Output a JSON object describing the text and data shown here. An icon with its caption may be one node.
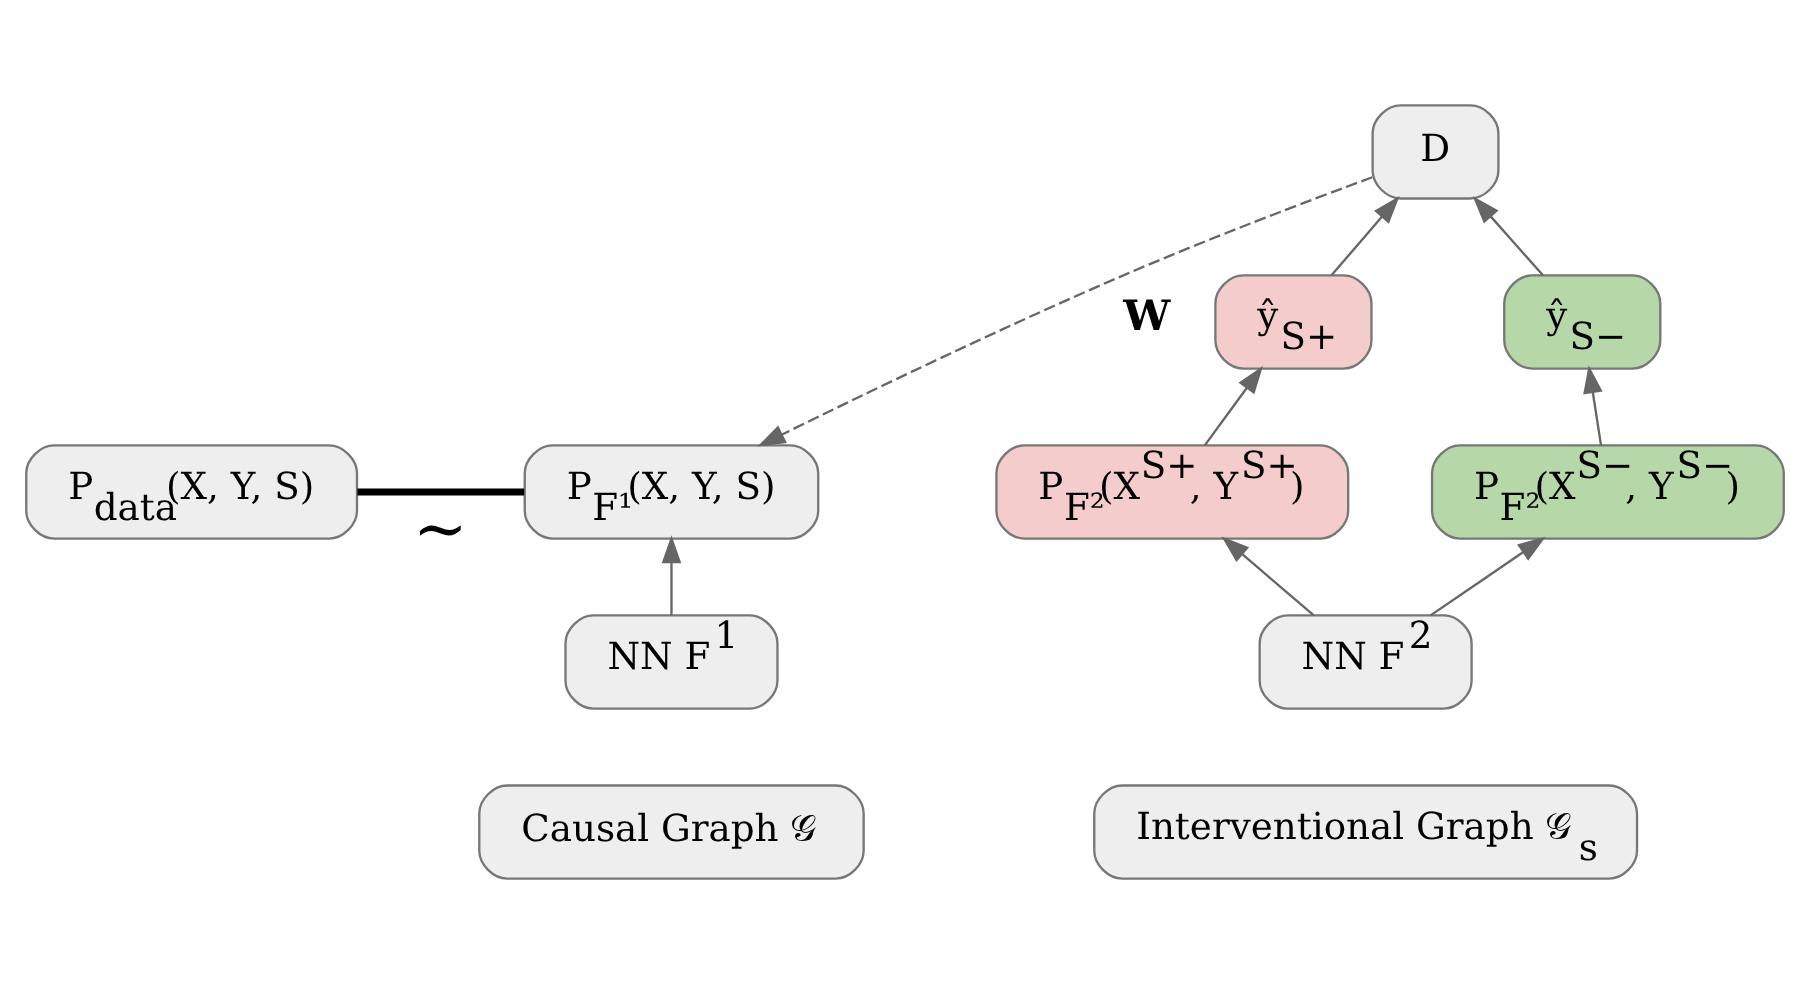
{
  "diagram": {
    "nodes": [
      {
        "text": [
          "D"
        ]
      },
      {
        "text": [
          "ŷ$_{S+}$"
        ]
      },
      {
        "text": [
          "ŷ$_{S−}$"
        ]
      },
      {
        "text": [
          "P$_{data}$(X, Y, S)"
        ]
      },
      {
        "text": [
          "P$_{F¹}$(X, Y, S)"
        ]
      },
      {
        "text": [
          "P$_{F²}$(X$^{S+}$, Y$^{S+}$)"
        ]
      },
      {
        "text": [
          "P$_{F²}$(X$^{S−}$, Y$^{S−}$)"
        ]
      },
      {
        "text": [
          "NN F$^{1}$"
        ]
      },
      {
        "text": [
          "Causal Graph 𝒢"
        ]
      },
      {
        "text": [
          "NN F$^{2}$"
        ]
      },
      {
        "text": [
          "Interventional Graph 𝒢$_{s}$"
        ]
      }
    ],
    "edges": [
      {
        "from": 0,
        "to": 4,
        "arrow": "to",
        "label": "W",
        "style": "dashed"
      },
      {
        "from": 3,
        "to": 4,
        "arrow": "none",
        "label": "∼",
        "style": "thick",
        "color": "#000000"
      },
      {
        "from": 5,
        "to": 1,
        "arrow": "to"
      },
      {
        "from": 1,
        "to": 0,
        "arrow": "to"
      },
      {
        "from": 6,
        "to": 2,
        "arrow": "to"
      },
      {
        "from": 2,
        "to": 0,
        "arrow": "to"
      },
      {
        "from": 7,
        "to": 4,
        "arrow": "to"
      },
      {
        "from": 9,
        "to": 5,
        "arrow": "to"
      },
      {
        "from": 9,
        "to": 6,
        "arrow": "to"
      }
    ]
  }
}
